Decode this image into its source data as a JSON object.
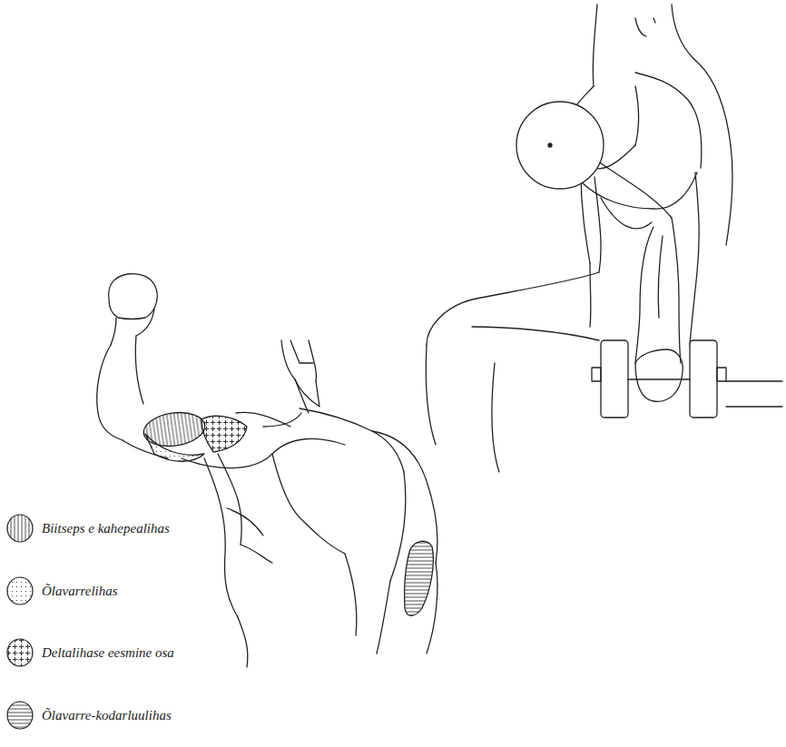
{
  "diagram": {
    "legend": [
      {
        "text": "Biitseps e kahepealihas"
      },
      {
        "text": "Õlavarrelihas"
      },
      {
        "text": "Deltalihase eesmine osa"
      },
      {
        "text": "Õlavarre-kodarluulihas"
      }
    ]
  }
}
